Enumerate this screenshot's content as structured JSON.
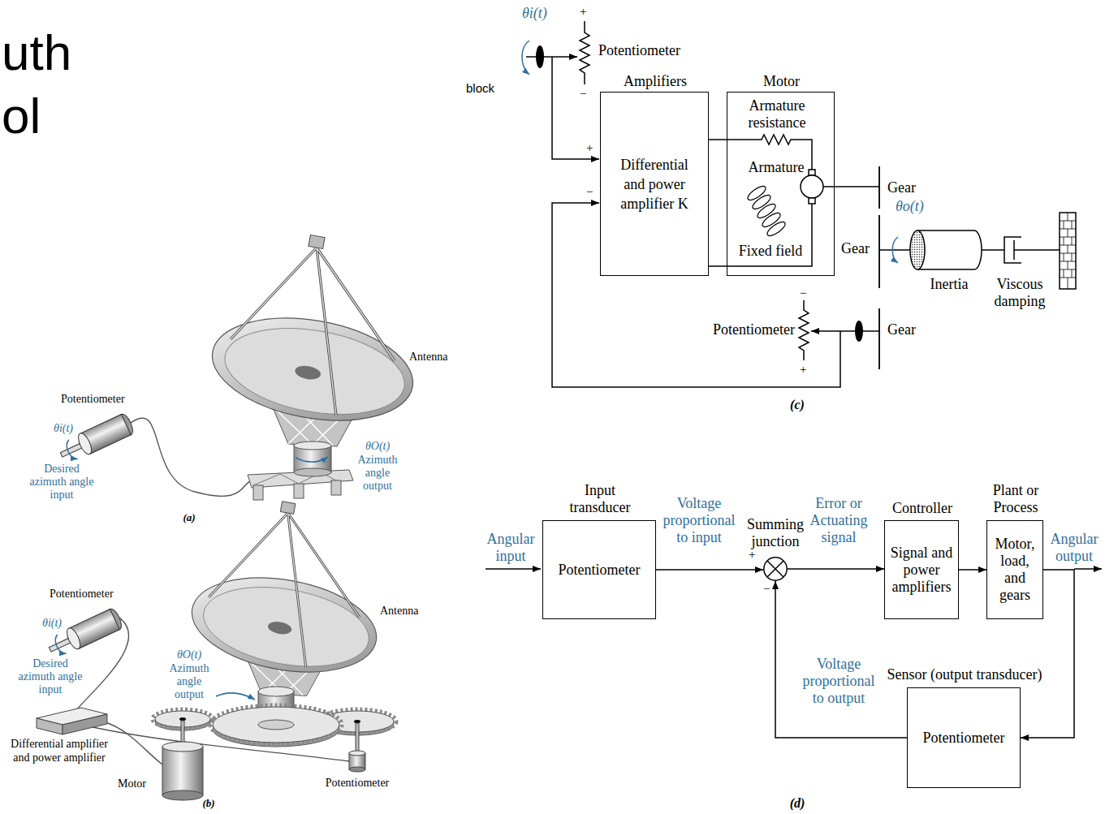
{
  "diagram": {
    "nodes": [
      {
        "text": [
          "Amplifiers",
          "Differential and power amplifier K"
        ]
      },
      {
        "text": [
          "Motor",
          "Armature resistance",
          "Armature",
          "Fixed field"
        ]
      },
      {
        "text": [
          "Input transducer",
          "Potentiometer"
        ]
      },
      {
        "text": [
          "Summing junction"
        ]
      },
      {
        "text": [
          "Controller",
          "Signal and power amplifiers"
        ]
      },
      {
        "text": [
          "Plant or Process",
          "Motor, load, and gears"
        ]
      },
      {
        "text": [
          "Sensor (output transducer)",
          "Potentiometer"
        ]
      }
    ],
    "edges": [
      {
        "from": 0,
        "to": 1,
        "arrow": "none"
      },
      {
        "from": 0,
        "to": 1,
        "arrow": "none"
      },
      {
        "from": 2,
        "to": 3,
        "arrow": "to",
        "label": "Voltage proportional to input"
      },
      {
        "from": 3,
        "to": 4,
        "arrow": "to",
        "label": "Error or Actuating signal"
      },
      {
        "from": 4,
        "to": 5,
        "arrow": "to"
      },
      {
        "from": 5,
        "to": 6,
        "arrow": "to"
      },
      {
        "from": 6,
        "to": 3,
        "arrow": "to",
        "label": "Voltage proportional to output"
      }
    ],
    "labels": [
      "uth",
      "ol",
      "block",
      "Potentiometer",
      "θi(t)",
      "Desired azimuth angle input",
      "Antenna",
      "θO(t)",
      "Azimuth angle output",
      "(a)",
      "Potentiometer",
      "θi(t)",
      "Desired azimuth angle input",
      "Antenna",
      "θO(t)",
      "Azimuth angle output",
      "Differential amplifier and power amplifier",
      "Motor",
      "Potentiometer",
      "(b)",
      "θi(t)",
      "+",
      "Potentiometer",
      "−",
      "+",
      "−",
      "Gear",
      "θo(t)",
      "Gear",
      "Inertia",
      "Viscous damping",
      "−",
      "Potentiometer",
      "+",
      "Gear",
      "(c)",
      "Angular input",
      "+",
      "−",
      "Angular output",
      "(d)"
    ]
  }
}
